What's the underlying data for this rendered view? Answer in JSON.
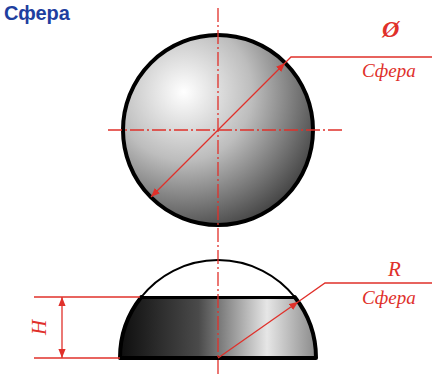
{
  "diagram": {
    "title": "Сфера",
    "labels": [
      "Ø",
      "Сфера",
      "R",
      "Сфера",
      "H"
    ]
  }
}
